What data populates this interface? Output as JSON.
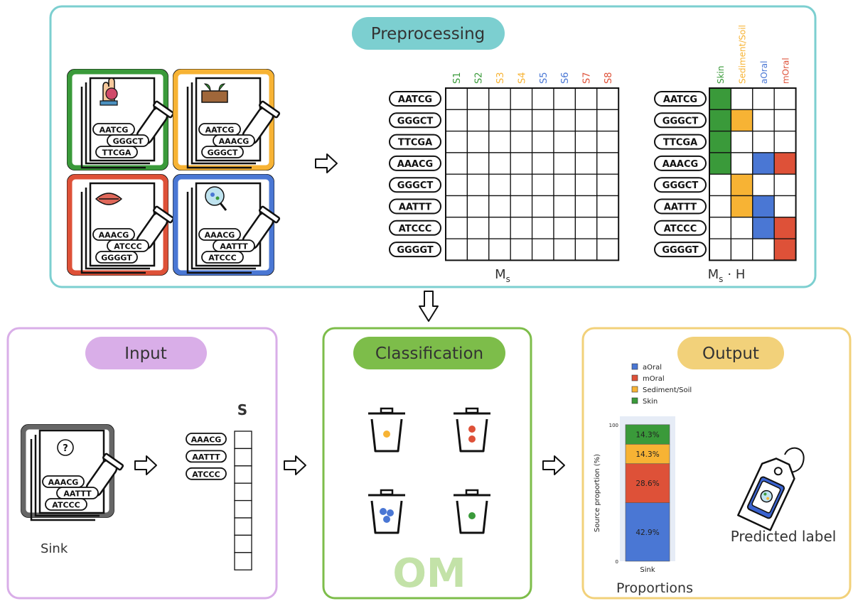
{
  "colors": {
    "skin": "#3a9a3a",
    "sediment_soil": "#f7b334",
    "aoral": "#4a77d4",
    "moral": "#de5138",
    "preprocessing_frame": "#7ccfd0",
    "input_frame": "#d9aee8",
    "classification_frame": "#7dbd4a",
    "output_frame": "#f2d17a",
    "om_text": "#c3e2a8"
  },
  "preprocessing": {
    "title": "Preprocessing",
    "samples": [
      {
        "kind": "skin",
        "icon": "hand-icon",
        "seqs": [
          "AATCG",
          "GGGCT",
          "TTCGA"
        ]
      },
      {
        "kind": "sediment_soil",
        "icon": "soil-icon",
        "seqs": [
          "AATCG",
          "AAACG",
          "GGGCT"
        ]
      },
      {
        "kind": "moral",
        "icon": "lips-icon",
        "seqs": [
          "AAACG",
          "ATCCC",
          "GGGGT"
        ]
      },
      {
        "kind": "aoral",
        "icon": "fossil-tooth-icon",
        "seqs": [
          "AAACG",
          "AATTT",
          "ATCCC"
        ]
      }
    ],
    "rows": [
      "AATCG",
      "GGGCT",
      "TTCGA",
      "AAACG",
      "GGGCT",
      "AATTT",
      "ATCCC",
      "GGGGT"
    ],
    "ms_columns": [
      {
        "label": "S1",
        "color": "#3a9a3a"
      },
      {
        "label": "S2",
        "color": "#3a9a3a"
      },
      {
        "label": "S3",
        "color": "#f7b334"
      },
      {
        "label": "S4",
        "color": "#f7b334"
      },
      {
        "label": "S5",
        "color": "#4a77d4"
      },
      {
        "label": "S6",
        "color": "#4a77d4"
      },
      {
        "label": "S7",
        "color": "#de5138"
      },
      {
        "label": "S8",
        "color": "#de5138"
      }
    ],
    "ms_label": "M",
    "ms_sub": "s",
    "msh_columns": [
      {
        "label": "Skin",
        "color": "#3a9a3a"
      },
      {
        "label": "Sediment/Soil",
        "color": "#f7b334"
      },
      {
        "label": "aOral",
        "color": "#4a77d4"
      },
      {
        "label": "mOral",
        "color": "#de5138"
      }
    ],
    "msh_filled": [
      [
        0,
        0
      ],
      [
        1,
        0
      ],
      [
        1,
        1
      ],
      [
        2,
        0
      ],
      [
        3,
        0
      ],
      [
        3,
        2
      ],
      [
        3,
        3
      ],
      [
        4,
        1
      ],
      [
        5,
        1
      ],
      [
        5,
        2
      ],
      [
        6,
        2
      ],
      [
        6,
        3
      ],
      [
        7,
        3
      ]
    ],
    "msh_label": "M",
    "msh_sub": "s",
    "msh_suffix": "· H"
  },
  "input": {
    "title": "Input",
    "sink_label": "Sink",
    "sink_seqs": [
      "AAACG",
      "AATTT",
      "ATCCC"
    ],
    "vector_label": "S",
    "vector_rows": [
      "AAACG",
      "AATTT",
      "ATCCC"
    ]
  },
  "classification": {
    "title": "Classification",
    "bins": [
      {
        "dots": [
          "#f7b334"
        ]
      },
      {
        "dots": [
          "#de5138",
          "#de5138"
        ]
      },
      {
        "dots": [
          "#4a77d4",
          "#4a77d4",
          "#4a77d4"
        ]
      },
      {
        "dots": [
          "#3a9a3a"
        ]
      }
    ],
    "watermark": "OM"
  },
  "output": {
    "title": "Output",
    "legend": [
      {
        "label": "aOral",
        "color": "#4a77d4"
      },
      {
        "label": "mOral",
        "color": "#de5138"
      },
      {
        "label": "Sediment/Soil",
        "color": "#f7b334"
      },
      {
        "label": "Skin",
        "color": "#3a9a3a"
      }
    ],
    "predicted_label": "Predicted label",
    "proportions_caption": "Proportions"
  },
  "chart_data": {
    "type": "bar",
    "stacked": true,
    "categories": [
      "Sink"
    ],
    "ylabel": "Source proportion (%)",
    "ylim": [
      0,
      100
    ],
    "yticks": [
      "0",
      "100"
    ],
    "series": [
      {
        "name": "aOral",
        "values": [
          42.9
        ],
        "label": "42.9%",
        "color": "#4a77d4"
      },
      {
        "name": "mOral",
        "values": [
          28.6
        ],
        "label": "28.6%",
        "color": "#de5138"
      },
      {
        "name": "Sediment/Soil",
        "values": [
          14.3
        ],
        "label": "14.3%",
        "color": "#f7b334"
      },
      {
        "name": "Skin",
        "values": [
          14.3
        ],
        "label": "14.3%",
        "color": "#3a9a3a"
      }
    ]
  }
}
